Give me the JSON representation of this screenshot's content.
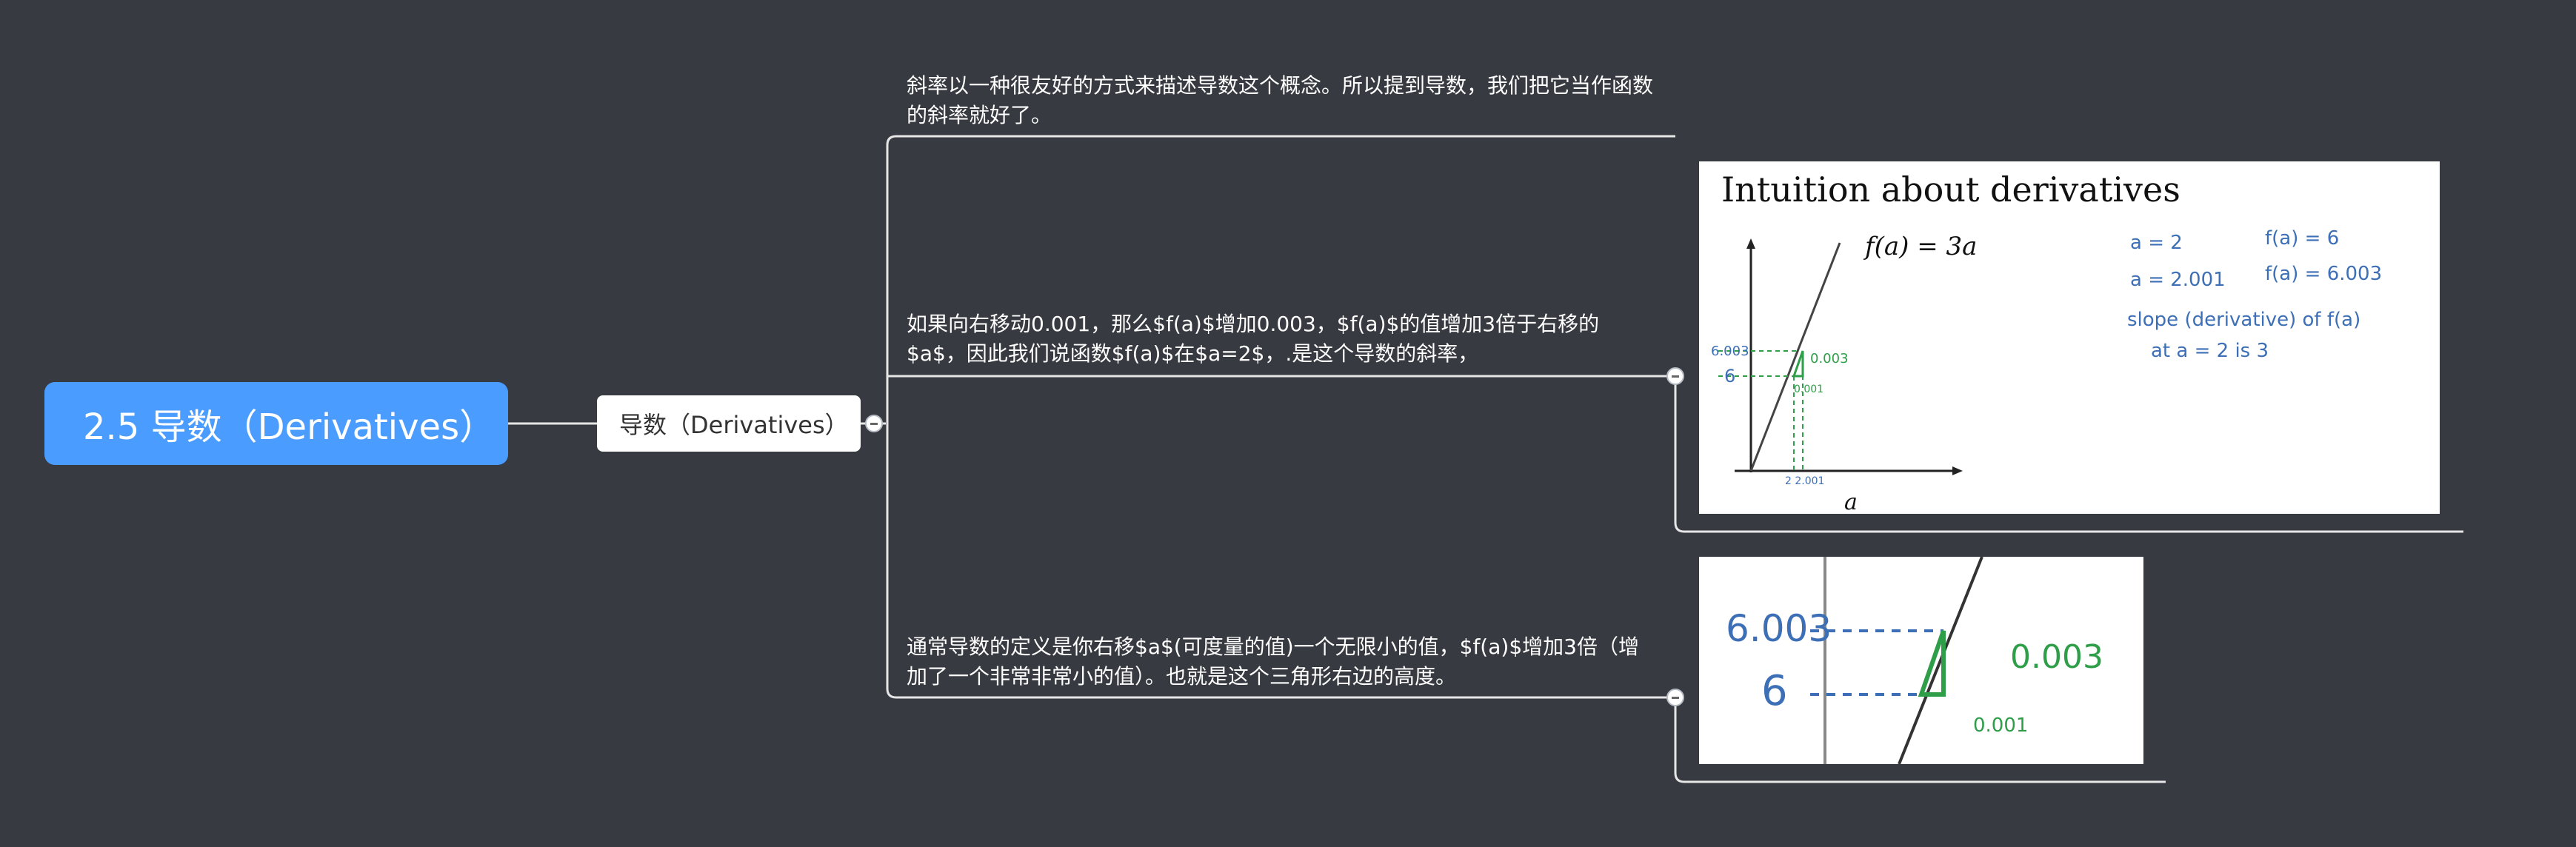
{
  "root": {
    "label": "2.5 导数（Derivatives）"
  },
  "subtopic": {
    "label": "导数（Derivatives）"
  },
  "topics": [
    {
      "text": "斜率以一种很友好的方式来描述导数这个概念。所以提到导数，我们把它当作函数的斜率就好了。"
    },
    {
      "text": "如果向右移动0.001，那么$f(a)$增加0.003，$f(a)$的值增加3倍于右移的$a$，因此我们说函数$f(a)$在$a=2$，.是这个导数的斜率，"
    },
    {
      "text": "通常导数的定义是你右移$a$(可度量的值)一个无限小的值，$f(a)$增加3倍（增加了一个非常非常小的值）。也就是这个三角形右边的高度。"
    }
  ],
  "image1": {
    "title": "Intuition about derivatives",
    "func": "f(a) = 3a",
    "axis_label": "a",
    "y_tick_6003": "6.003",
    "y_tick_6": "6",
    "delta_y": "0.003",
    "delta_x": "0.001",
    "x_tick": "2  2.001",
    "notes": [
      "a = 2",
      "f(a) = 6",
      "a = 2.001",
      "f(a) = 6.003",
      "slope (derivative) of f(a)",
      "at  a = 2   is  3"
    ]
  },
  "image2": {
    "y_tick_6003": "6.003",
    "y_tick_6": "6",
    "delta_y": "0.003",
    "delta_x": "0.001"
  },
  "colors": {
    "background": "#373a40",
    "root": "#4a9cff",
    "line": "#e6e6e6",
    "ink": "#3d6fb6",
    "green": "#2e9e48"
  }
}
